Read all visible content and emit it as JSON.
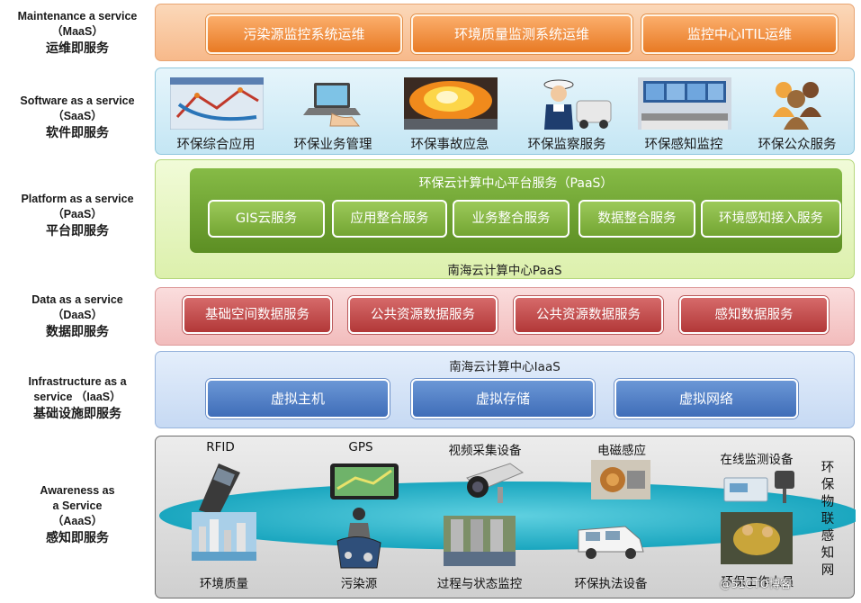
{
  "layers": {
    "maas": {
      "label_en_1": "Maintenance a service",
      "label_en_2": "（MaaS）",
      "label_cn": "运维即服务",
      "services": [
        "污染源监控系统运维",
        "环境质量监测系统运维",
        "监控中心ITIL运维"
      ]
    },
    "saas": {
      "label_en_1": "Software  as a service",
      "label_en_2": "（SaaS）",
      "label_cn": "软件即服务",
      "apps": [
        "环保综合应用",
        "环保业务管理",
        "环保事故应急",
        "环保监察服务",
        "环保感知监控",
        "环保公众服务"
      ]
    },
    "paas": {
      "label_en_1": "Platform as a service",
      "label_en_2": "（PaaS）",
      "label_cn": "平台即服务",
      "inner_title": "环保云计算中心平台服务（PaaS）",
      "services": [
        "GIS云服务",
        "应用整合服务",
        "业务整合服务",
        "数据整合服务",
        "环境感知接入服务"
      ],
      "caption": "南海云计算中心PaaS"
    },
    "daas": {
      "label_en_1": "Data as a service",
      "label_en_2": "（DaaS）",
      "label_cn": "数据即服务",
      "services": [
        "基础空间数据服务",
        "公共资源数据服务",
        "公共资源数据服务",
        "感知数据服务"
      ]
    },
    "iaas": {
      "label_en_1": "Infrastructure as a",
      "label_en_2": "service （IaaS）",
      "label_cn": "基础设施即服务",
      "caption": "南海云计算中心IaaS",
      "services": [
        "虚拟主机",
        "虚拟存储",
        "虚拟网络"
      ]
    },
    "aaas": {
      "label_en_1": "Awareness as",
      "label_en_2": "a Service",
      "label_en_3": "（AaaS）",
      "label_cn": "感知即服务",
      "top_devices": [
        "RFID",
        "GPS",
        "视频采集设备",
        "电磁感应",
        "在线监测设备"
      ],
      "bottom_devices": [
        "环境质量",
        "污染源",
        "过程与状态监控",
        "环保执法设备",
        "环保工作人员"
      ],
      "vertical_label": "环保物联感知网"
    }
  },
  "watermark": "@51CTO博客",
  "colors": {
    "maas": "#f7b98a",
    "saas": "#c4e6f4",
    "paas": "#dcf0ac",
    "daas": "#f2bcbc",
    "iaas": "#c6d9f3",
    "oval": "#2bb3c9"
  }
}
